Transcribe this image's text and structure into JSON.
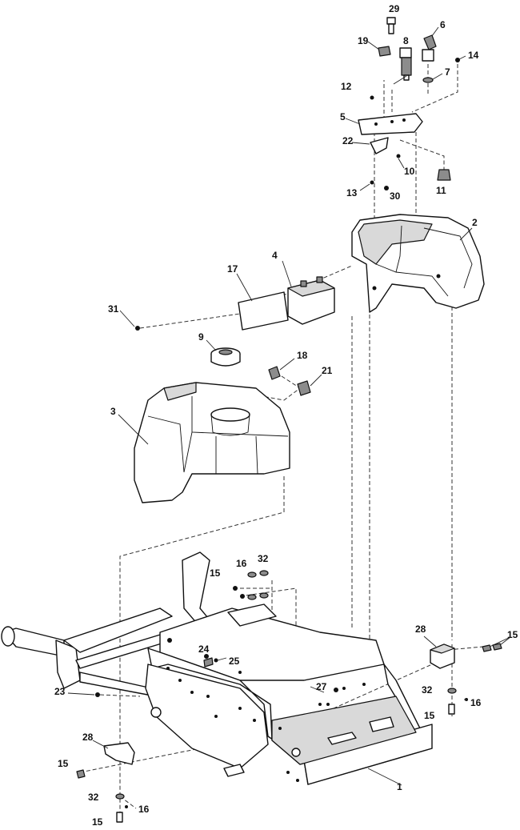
{
  "diagram": {
    "callouts": [
      {
        "id": "c29",
        "text": "29"
      },
      {
        "id": "c19",
        "text": "19"
      },
      {
        "id": "c8",
        "text": "8"
      },
      {
        "id": "c6",
        "text": "6"
      },
      {
        "id": "c14",
        "text": "14"
      },
      {
        "id": "c7",
        "text": "7"
      },
      {
        "id": "c12",
        "text": "12"
      },
      {
        "id": "c5",
        "text": "5"
      },
      {
        "id": "c22",
        "text": "22"
      },
      {
        "id": "c10",
        "text": "10"
      },
      {
        "id": "c13",
        "text": "13"
      },
      {
        "id": "c30",
        "text": "30"
      },
      {
        "id": "c11",
        "text": "11"
      },
      {
        "id": "c2",
        "text": "2"
      },
      {
        "id": "c17",
        "text": "17"
      },
      {
        "id": "c4",
        "text": "4"
      },
      {
        "id": "c31",
        "text": "31"
      },
      {
        "id": "c9",
        "text": "9"
      },
      {
        "id": "c18",
        "text": "18"
      },
      {
        "id": "c21",
        "text": "21"
      },
      {
        "id": "c3",
        "text": "3"
      },
      {
        "id": "c16a",
        "text": "16"
      },
      {
        "id": "c32a",
        "text": "32"
      },
      {
        "id": "c15a",
        "text": "15"
      },
      {
        "id": "c28a",
        "text": "28"
      },
      {
        "id": "c15b",
        "text": "15"
      },
      {
        "id": "c24",
        "text": "24"
      },
      {
        "id": "c25",
        "text": "25"
      },
      {
        "id": "c23",
        "text": "23"
      },
      {
        "id": "c27",
        "text": "27"
      },
      {
        "id": "c32b",
        "text": "32"
      },
      {
        "id": "c16b",
        "text": "16"
      },
      {
        "id": "c15c",
        "text": "15"
      },
      {
        "id": "c28b",
        "text": "28"
      },
      {
        "id": "c15d",
        "text": "15"
      },
      {
        "id": "c1",
        "text": "1"
      },
      {
        "id": "c32c",
        "text": "32"
      },
      {
        "id": "c16c",
        "text": "16"
      },
      {
        "id": "c15e",
        "text": "15"
      }
    ]
  }
}
